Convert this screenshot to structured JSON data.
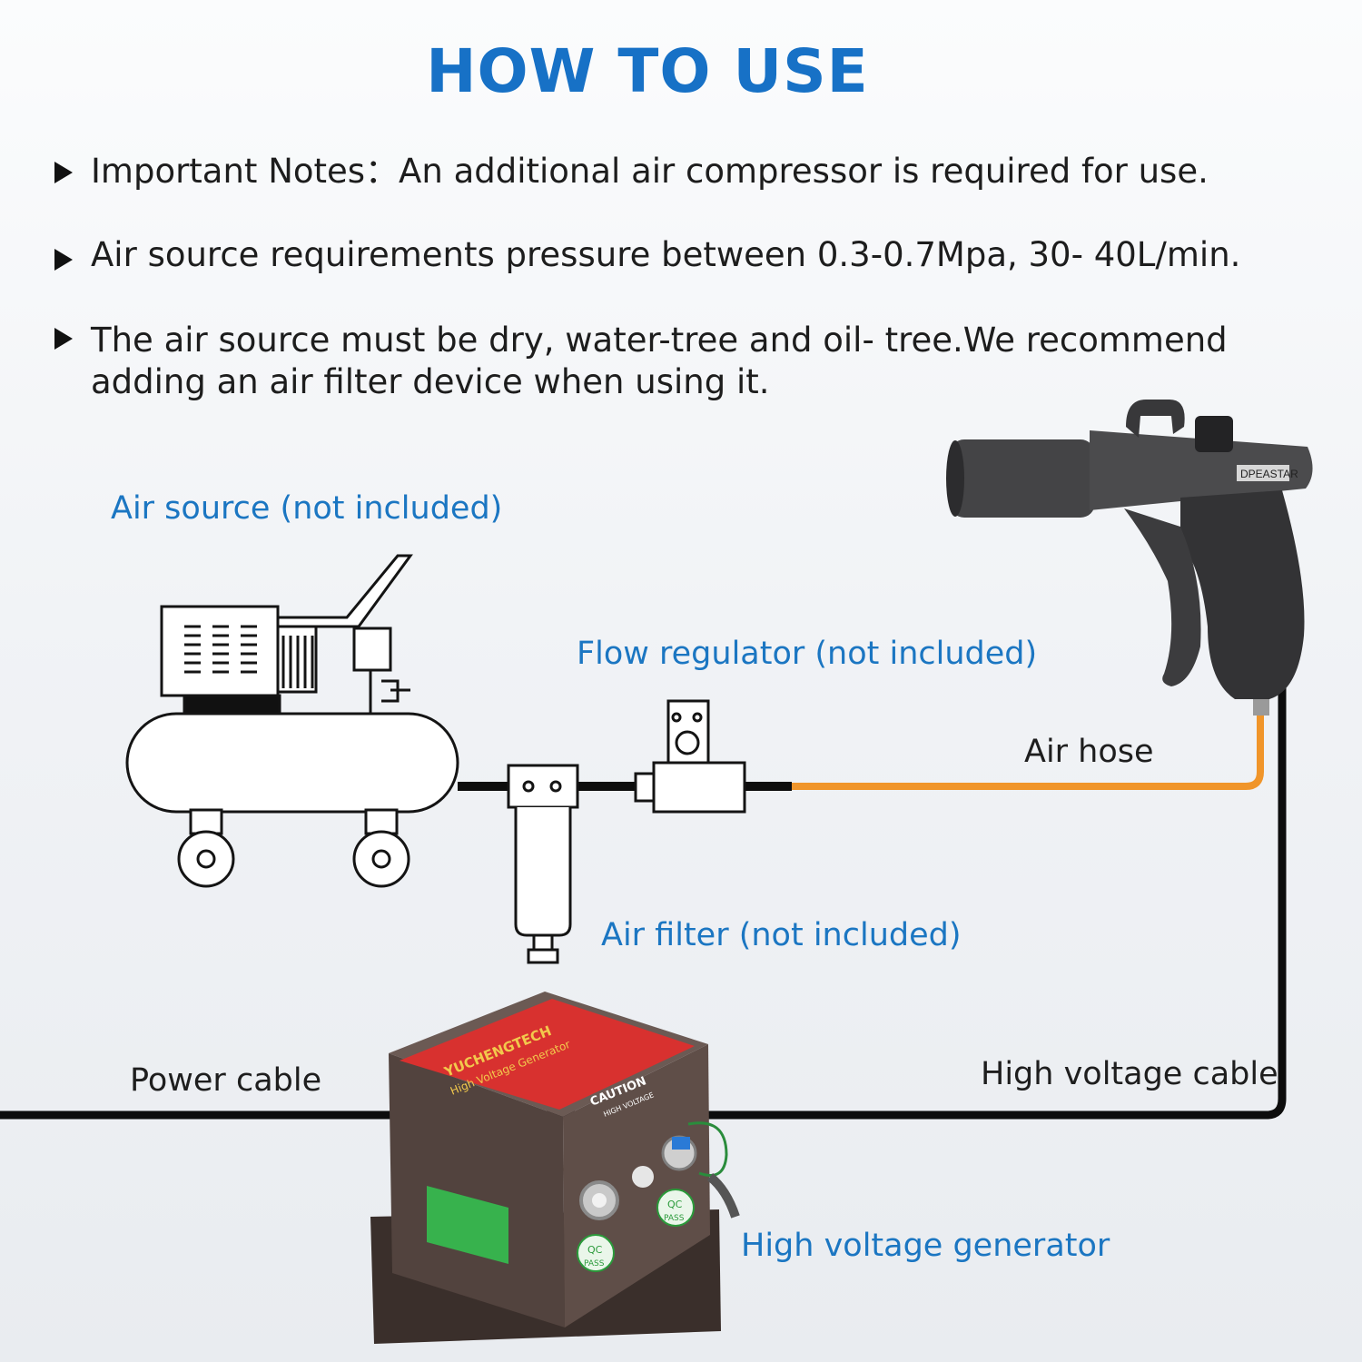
{
  "title": "HOW TO USE",
  "notes": [
    "Important Notes：An additional air compressor is required for use.",
    "Air source requirements pressure between 0.3-0.7Mpa, 30- 40L/min.",
    "The air source must be dry, water-tree and oil- tree.We recommend adding an air filter device when using it."
  ],
  "labels": {
    "air_source": "Air source (not included)",
    "flow_regulator": "Flow regulator (not included)",
    "air_hose": "Air hose",
    "air_filter": "Air filter (not included)",
    "power_cable": "Power cable",
    "hv_cable": "High voltage cable",
    "hv_generator": "High voltage generator"
  },
  "product_text": {
    "brand": "YUCHENGTECH",
    "model": "High Voltage Generator",
    "caution": "CAUTION",
    "caution_sub": "HIGH VOLTAGE",
    "qc": "QC",
    "pass": "PASS",
    "gun_brand": "DPEASTAR"
  },
  "colors": {
    "accent_blue": "#1771c6",
    "hose_orange": "#f0952a",
    "generator_body": "#5b4a45",
    "generator_panel": "#d8312f"
  }
}
